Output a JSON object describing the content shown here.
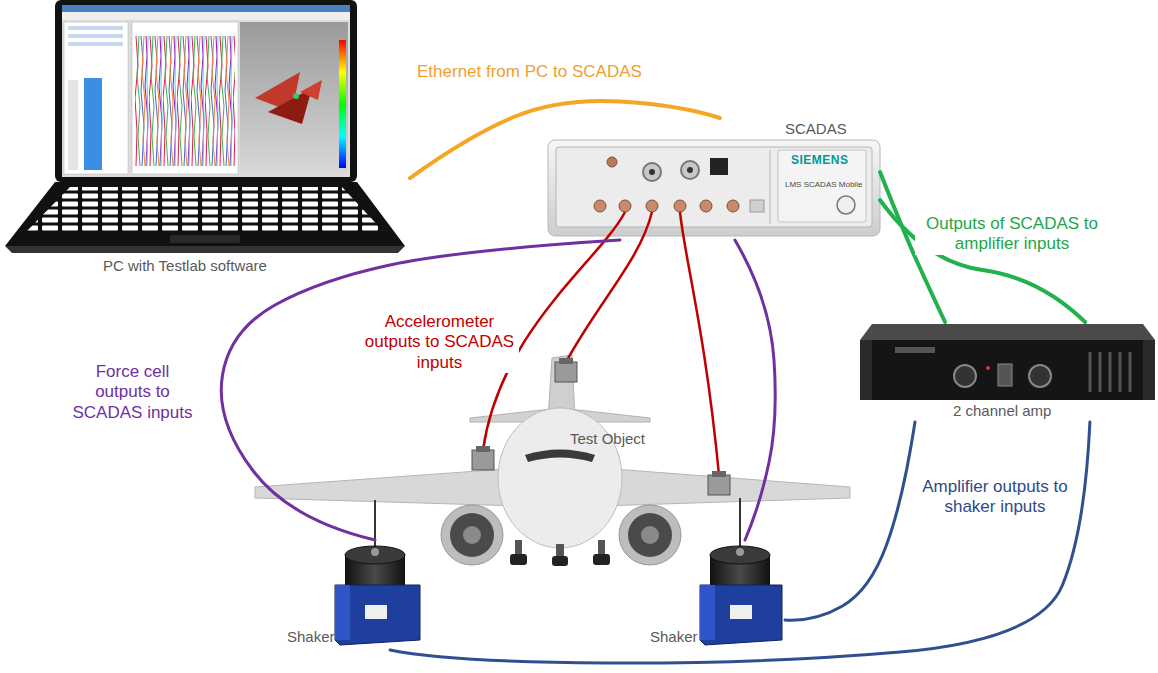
{
  "diagram": {
    "nodes": [
      {
        "text": [
          "PC with Testlab software"
        ]
      },
      {
        "text": [
          "SCADAS",
          "SIEMENS",
          "LMS SCADAS Mobile"
        ]
      },
      {
        "text": [
          "2 channel amp"
        ]
      },
      {
        "text": [
          "Test Object"
        ]
      },
      {
        "text": [
          "Shaker"
        ]
      },
      {
        "text": [
          "Shaker"
        ]
      }
    ],
    "edges": [
      {
        "from": 0,
        "to": 1,
        "arrow": "none",
        "label": "Ethernet from PC to SCADAS"
      },
      {
        "from": 1,
        "to": 2,
        "arrow": "none",
        "label": "Outputs of SCADAS to amplifier inputs"
      },
      {
        "from": 1,
        "to": 2,
        "arrow": "none"
      },
      {
        "from": 2,
        "to": 5,
        "arrow": "none",
        "label": "Amplifier outputs to shaker inputs"
      },
      {
        "from": 2,
        "to": 4,
        "arrow": "none"
      },
      {
        "from": 4,
        "to": 1,
        "arrow": "none",
        "label": "Force cell outputs to SCADAS inputs"
      },
      {
        "from": 5,
        "to": 1,
        "arrow": "none"
      }
    ],
    "labels": [
      "Accelerometer outputs to SCADAS inputs"
    ]
  }
}
